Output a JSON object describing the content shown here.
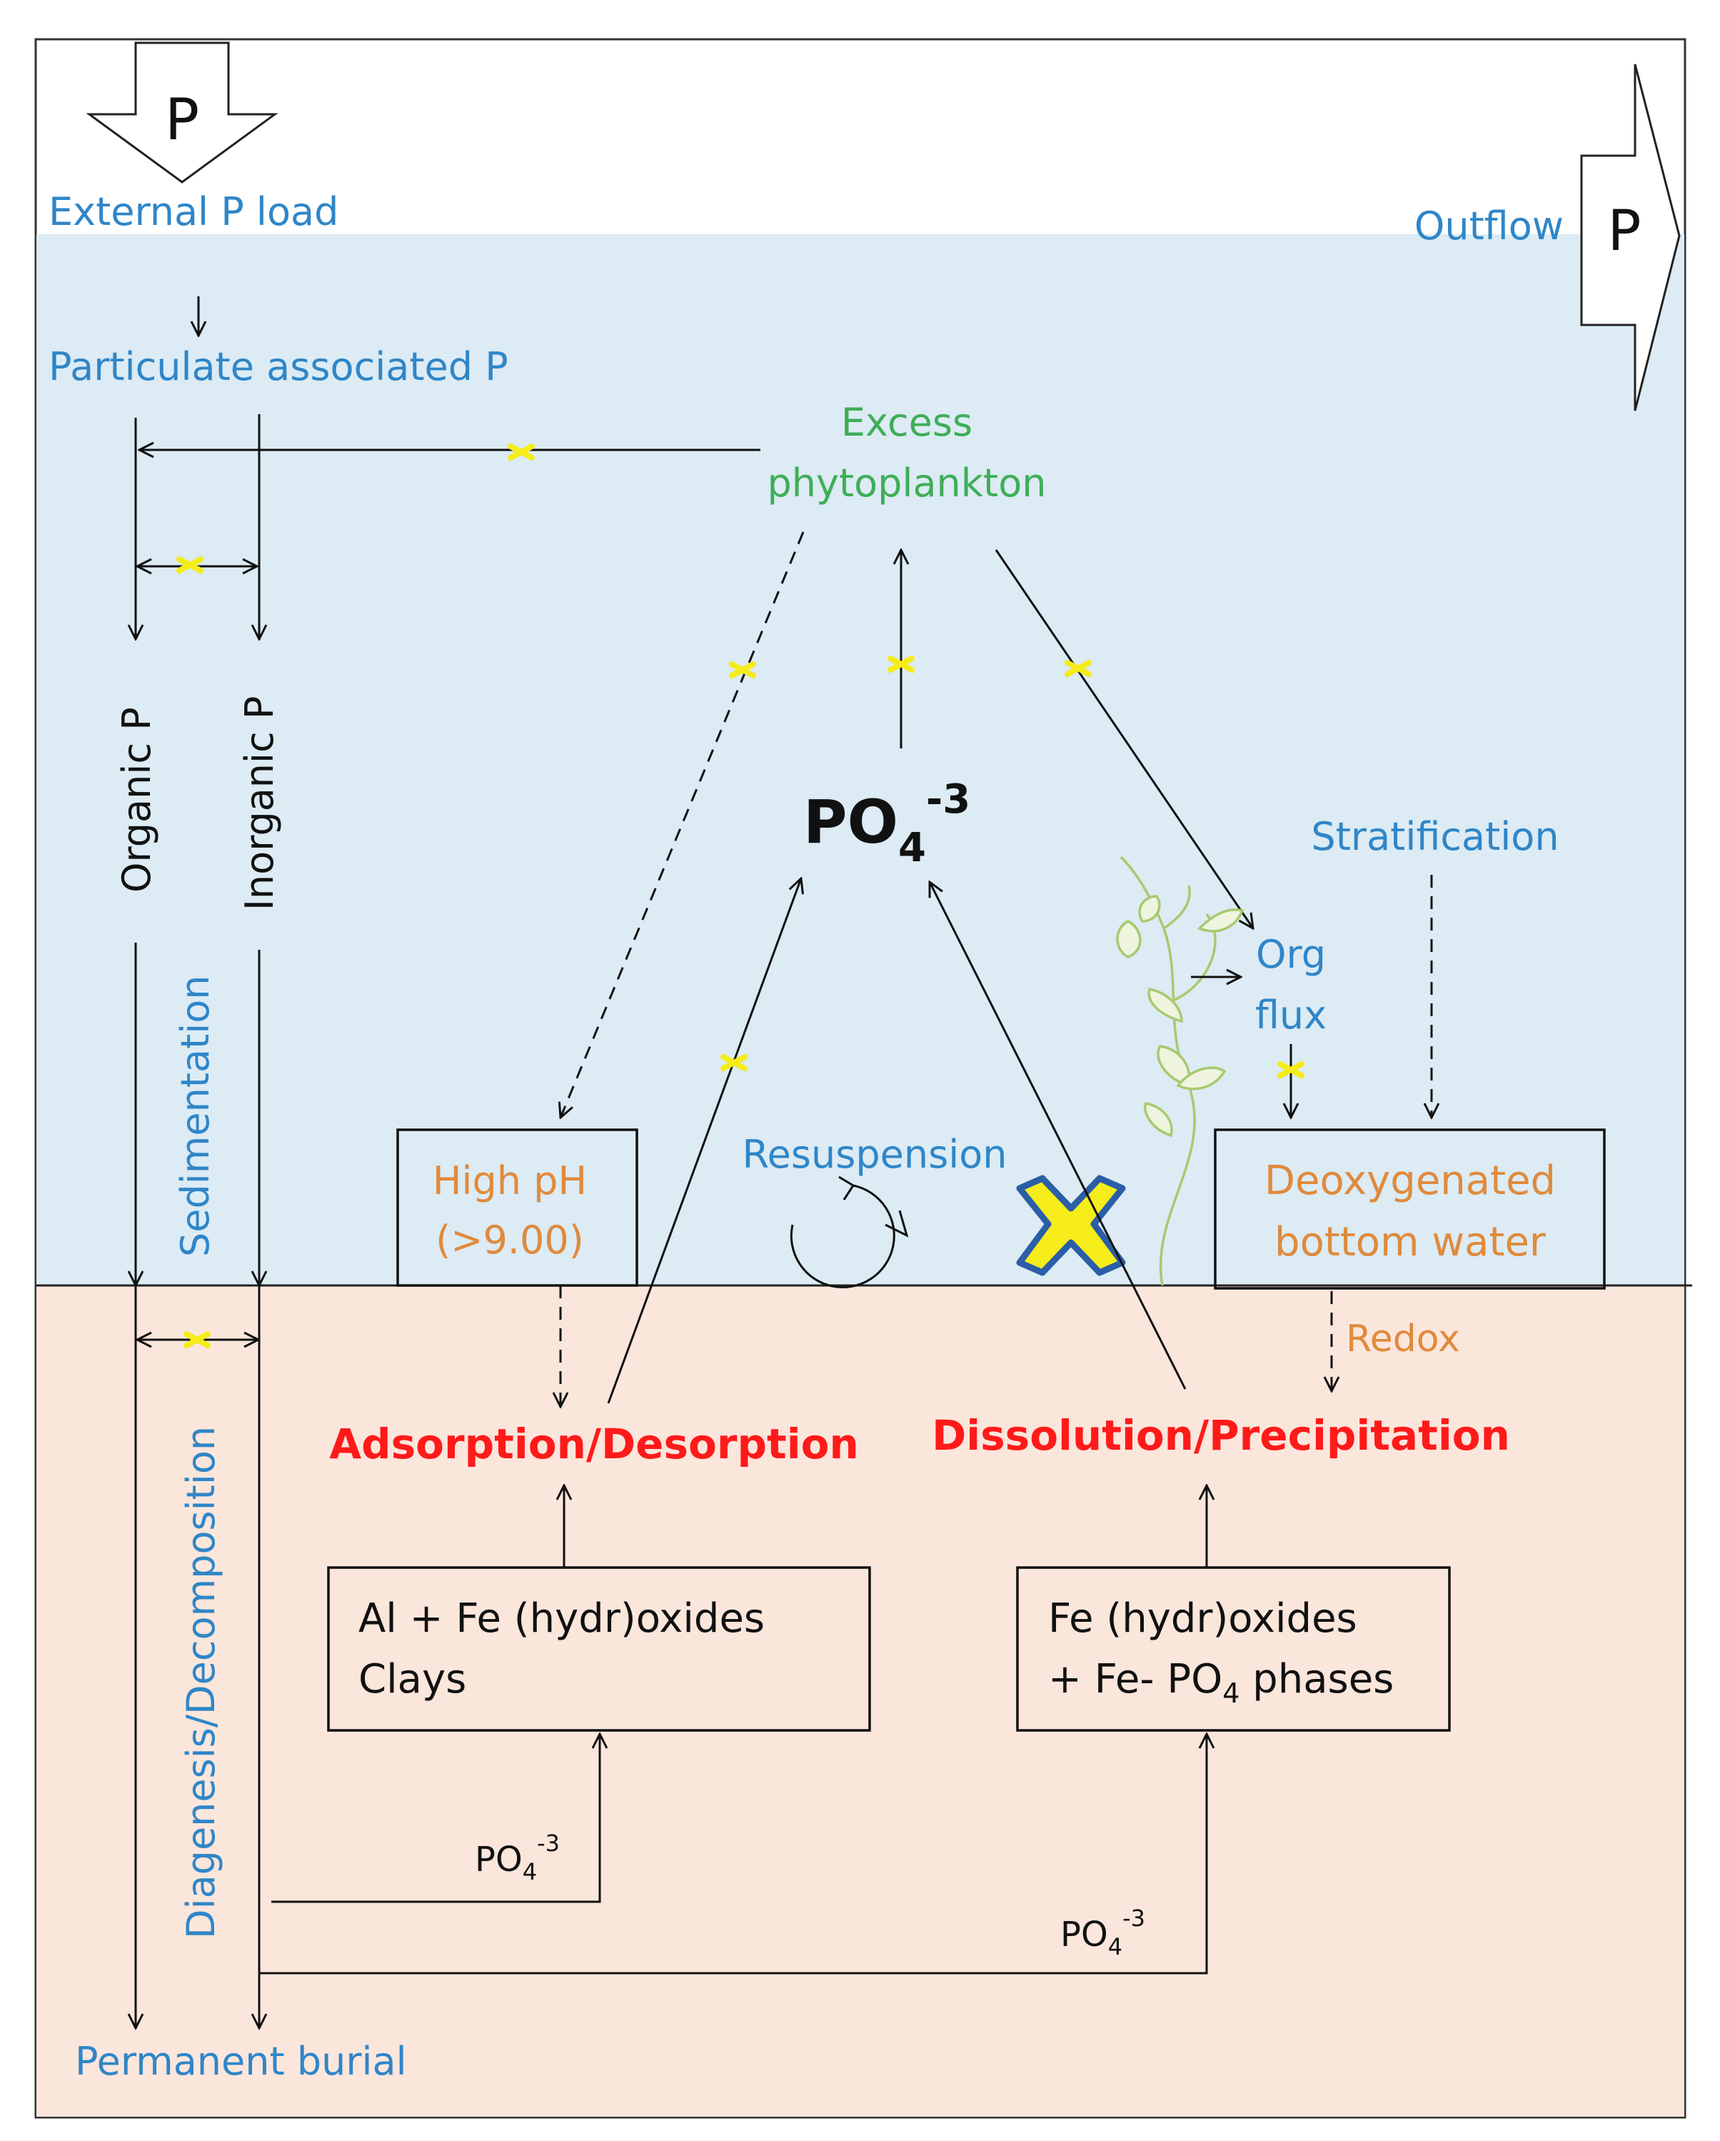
{
  "labels": {
    "external_p_load": "External P load",
    "outflow": "Outflow",
    "p_symbol": "P",
    "particulate_p": "Particulate associated P",
    "excess_phytoplankton_1": "Excess",
    "excess_phytoplankton_2": "phytoplankton",
    "organic_p": "Organic P",
    "inorganic_p": "Inorganic P",
    "sedimentation": "Sedimentation",
    "po4_main": "PO",
    "po4_sub": "4",
    "po4_sup": "-3",
    "stratification": "Stratification",
    "org_flux_1": "Org",
    "org_flux_2": "flux",
    "high_ph_1": "High pH",
    "high_ph_2": "(>9.00)",
    "resuspension": "Resuspension",
    "deoxygenated_1": "Deoxygenated",
    "deoxygenated_2": "bottom  water",
    "redox": "Redox",
    "diagenesis": "Diagenesis/Decomposition",
    "adsorption": "Adsorption/Desorption",
    "dissolution": "Dissolution/Precipitation",
    "al_fe_1": "Al + Fe (hydr)oxides",
    "al_fe_2": "Clays",
    "fe_1": "Fe (hydr)oxides",
    "fe_2_a": "+ Fe- PO",
    "fe_2_sub": "4",
    "fe_2_b": " phases",
    "po4_small": "PO",
    "po4_small_sub": "4",
    "po4_small_sup": "-3",
    "permanent_burial": "Permanent burial"
  },
  "colors": {
    "water": "#dcebf4",
    "sediment": "#fbe6dc",
    "blue_text": "#2f86c8",
    "green_text": "#3fae57",
    "orange_text": "#e08a3c",
    "red_text": "#ff1a1a",
    "marker_yellow": "#f5ec1a",
    "marker_blue": "#2b5ea7",
    "plant": "#a8c96e"
  }
}
